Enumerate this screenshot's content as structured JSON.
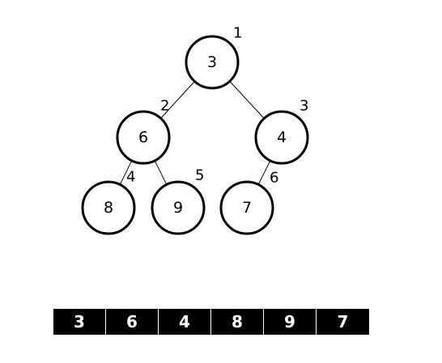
{
  "tree": {
    "nodes": [
      {
        "value": "3",
        "index": "1"
      },
      {
        "value": "6",
        "index": "2"
      },
      {
        "value": "4",
        "index": "3"
      },
      {
        "value": "8",
        "index": "4"
      },
      {
        "value": "9",
        "index": "5"
      },
      {
        "value": "7",
        "index": "6"
      }
    ],
    "edges": [
      [
        0,
        1
      ],
      [
        0,
        2
      ],
      [
        1,
        3
      ],
      [
        1,
        4
      ],
      [
        2,
        5
      ]
    ]
  },
  "array": {
    "cells": [
      "3",
      "6",
      "4",
      "8",
      "9",
      "7"
    ]
  }
}
